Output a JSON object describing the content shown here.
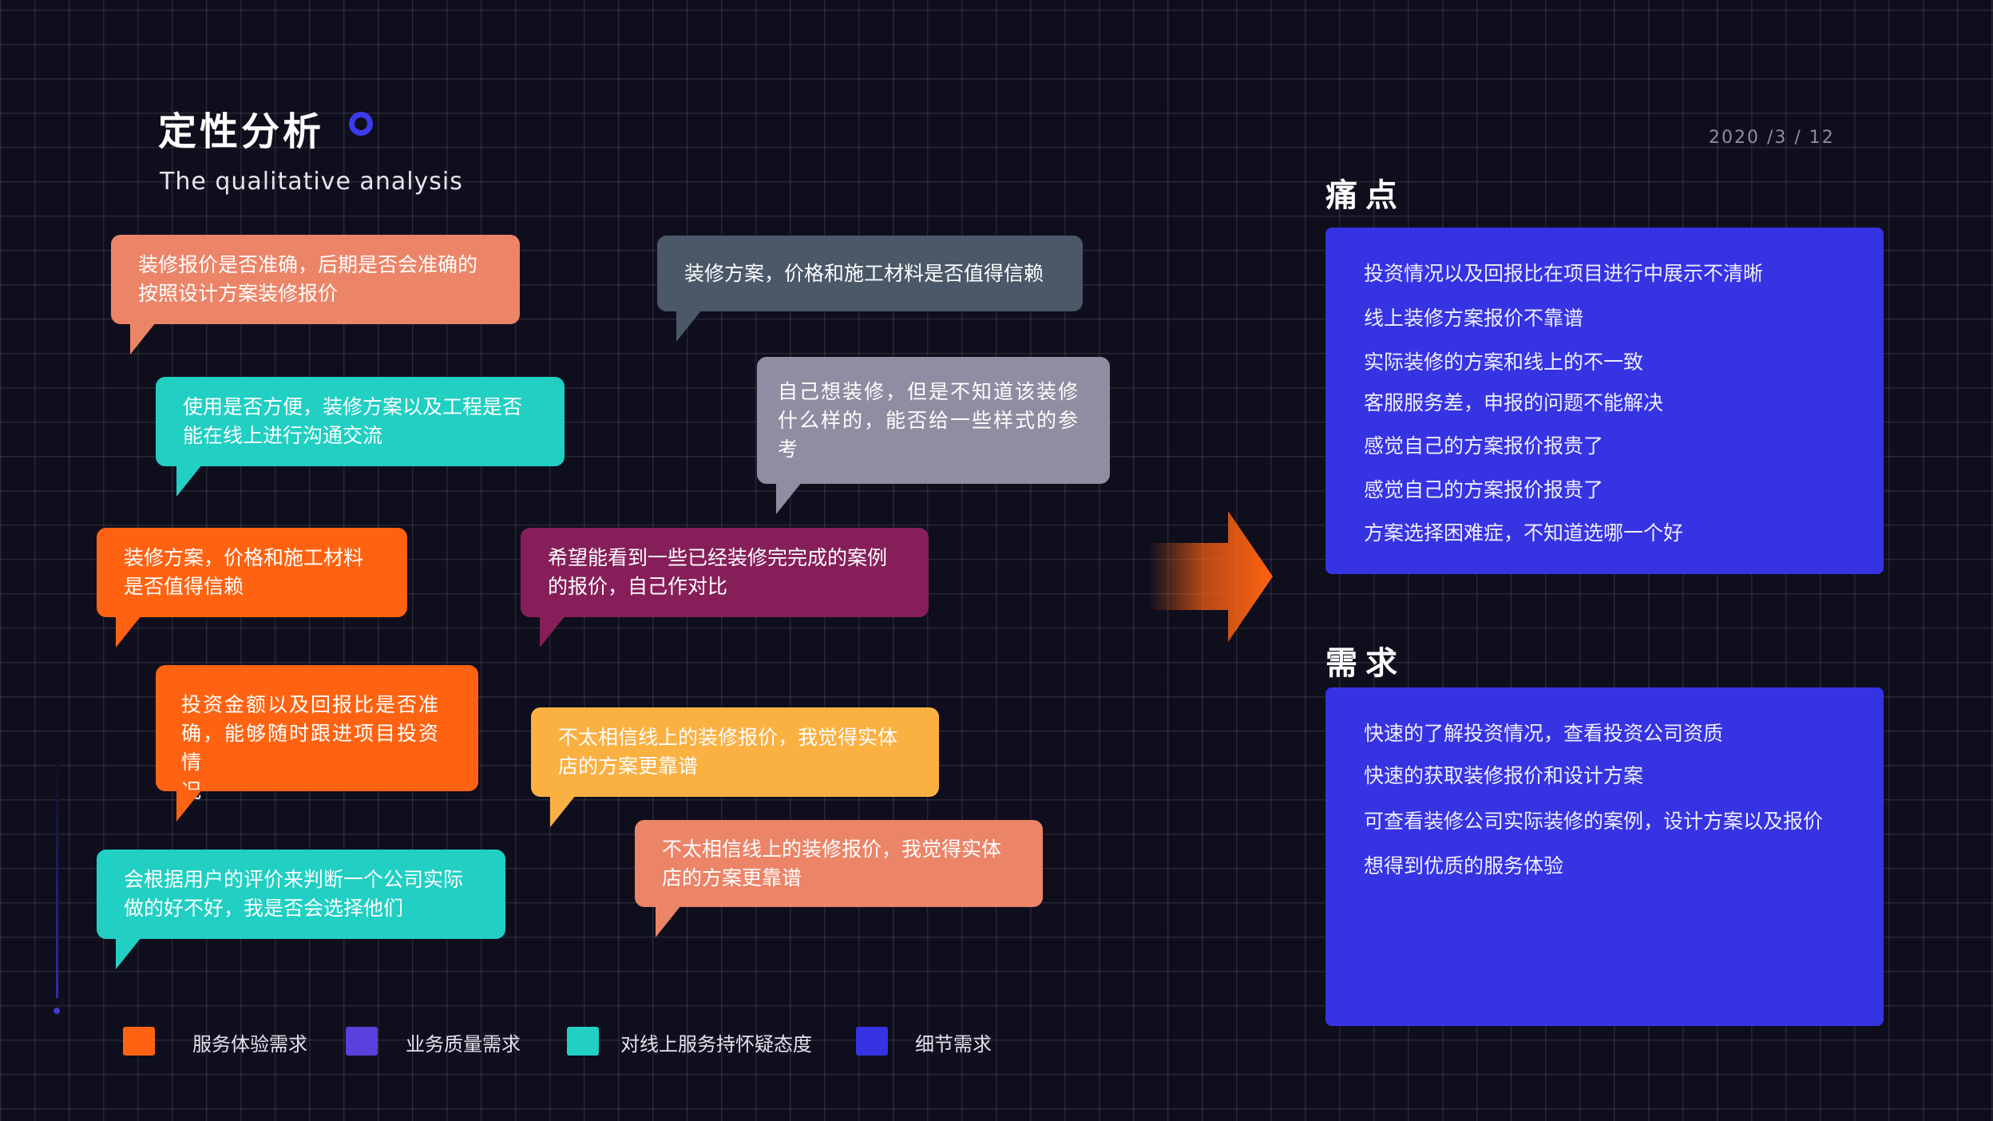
{
  "header": {
    "title": "定性分析",
    "subtitle": "The qualitative analysis",
    "date": "2020 /3 / 12"
  },
  "bubbles": [
    {
      "lines": [
        "装修报价是否准确，后期是否会准确的",
        "按照设计方案装修报价"
      ],
      "color": "#ec8468"
    },
    {
      "lines": [
        "使用是否方便，装修方案以及工程是否",
        "能在线上进行沟通交流"
      ],
      "color": "#21cfc3"
    },
    {
      "lines": [
        "装修方案，价格和施工材料",
        "是否值得信赖"
      ],
      "color": "#ff6312"
    },
    {
      "lines": [
        "投资金额以及回报比是否准",
        "确，能够随时跟进项目投资情",
        "况"
      ],
      "color": "#ff6312"
    },
    {
      "lines": [
        "会根据用户的评价来判断一个公司实际",
        "做的好不好，我是否会选择他们"
      ],
      "color": "#21cfc3"
    },
    {
      "lines": [
        "装修方案，价格和施工材料是否值得信赖"
      ],
      "color": "#4a5868"
    },
    {
      "lines": [
        "自己想装修，但是不知道该装修",
        "什么样的，能否给一些样式的参",
        "考"
      ],
      "color": "#8f8da1"
    },
    {
      "lines": [
        "希望能看到一些已经装修完完成的案例",
        "的报价，自己作对比"
      ],
      "color": "#861f59"
    },
    {
      "lines": [
        "不太相信线上的装修报价，我觉得实体",
        "店的方案更靠谱"
      ],
      "color": "#fbb042"
    },
    {
      "lines": [
        "不太相信线上的装修报价，我觉得实体",
        "店的方案更靠谱"
      ],
      "color": "#ec8468"
    }
  ],
  "pain_points": {
    "heading": "痛点",
    "items": [
      "投资情况以及回报比在项目进行中展示不清晰",
      "线上装修方案报价不靠谱",
      "实际装修的方案和线上的不一致",
      "客服服务差，申报的问题不能解决",
      "感觉自己的方案报价报贵了",
      "感觉自己的方案报价报贵了",
      "方案选择困难症，不知道选哪一个好"
    ]
  },
  "needs": {
    "heading": "需求",
    "items": [
      "快速的了解投资情况，查看投资公司资质",
      "快速的获取装修报价和设计方案",
      "可查看装修公司实际装修的案例，设计方案以及报价",
      "想得到优质的服务体验"
    ]
  },
  "legend": [
    {
      "label": "服务体验需求",
      "color": "#ff6312"
    },
    {
      "label": "业务质量需求",
      "color": "#5a3fdc"
    },
    {
      "label": "对线上服务持怀疑态度",
      "color": "#21cfc3"
    },
    {
      "label": "细节需求",
      "color": "#3633e3"
    }
  ],
  "colors": {
    "background": "#0f0e1d",
    "panel": "#3633e3",
    "accent": "#ff6312"
  }
}
